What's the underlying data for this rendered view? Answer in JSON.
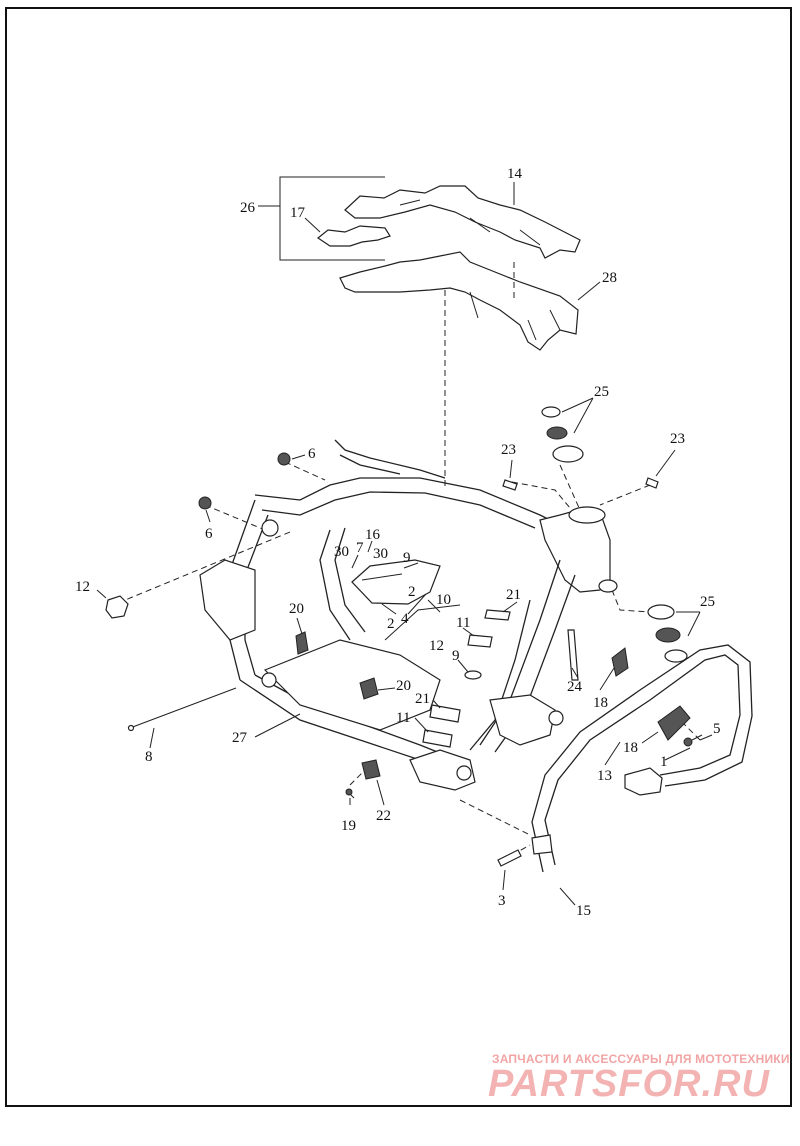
{
  "diagram": {
    "callouts": [
      {
        "id": "c26",
        "text": "26"
      },
      {
        "id": "c17",
        "text": "17"
      },
      {
        "id": "c14",
        "text": "14"
      },
      {
        "id": "c28",
        "text": "28"
      },
      {
        "id": "c25a",
        "text": "25"
      },
      {
        "id": "c23a",
        "text": "23"
      },
      {
        "id": "c23b",
        "text": "23"
      },
      {
        "id": "c6a",
        "text": "6"
      },
      {
        "id": "c6b",
        "text": "6"
      },
      {
        "id": "c7",
        "text": "7"
      },
      {
        "id": "c16",
        "text": "16"
      },
      {
        "id": "c30a",
        "text": "30"
      },
      {
        "id": "c30b",
        "text": "30"
      },
      {
        "id": "c9a",
        "text": "9"
      },
      {
        "id": "c12a",
        "text": "12"
      },
      {
        "id": "c10",
        "text": "10"
      },
      {
        "id": "c2a",
        "text": "2"
      },
      {
        "id": "c2b",
        "text": "2"
      },
      {
        "id": "c4",
        "text": "4"
      },
      {
        "id": "c12b",
        "text": "12"
      },
      {
        "id": "c21a",
        "text": "21"
      },
      {
        "id": "c25b",
        "text": "25"
      },
      {
        "id": "c20a",
        "text": "20"
      },
      {
        "id": "c11a",
        "text": "11"
      },
      {
        "id": "c9b",
        "text": "9"
      },
      {
        "id": "c24",
        "text": "24"
      },
      {
        "id": "c18a",
        "text": "18"
      },
      {
        "id": "c20b",
        "text": "20"
      },
      {
        "id": "c21b",
        "text": "21"
      },
      {
        "id": "c11b",
        "text": "11"
      },
      {
        "id": "c27",
        "text": "27"
      },
      {
        "id": "c8",
        "text": "8"
      },
      {
        "id": "c5",
        "text": "5"
      },
      {
        "id": "c18b",
        "text": "18"
      },
      {
        "id": "c1",
        "text": "1"
      },
      {
        "id": "c13",
        "text": "13"
      },
      {
        "id": "c19",
        "text": "19"
      },
      {
        "id": "c22",
        "text": "22"
      },
      {
        "id": "c3",
        "text": "3"
      },
      {
        "id": "c15",
        "text": "15"
      }
    ]
  },
  "watermark": {
    "subtitle": "ЗАПЧАСТИ И АКСЕССУАРЫ ДЛЯ МОТОТЕХНИКИ",
    "brand": "PARTSFOR.RU"
  }
}
